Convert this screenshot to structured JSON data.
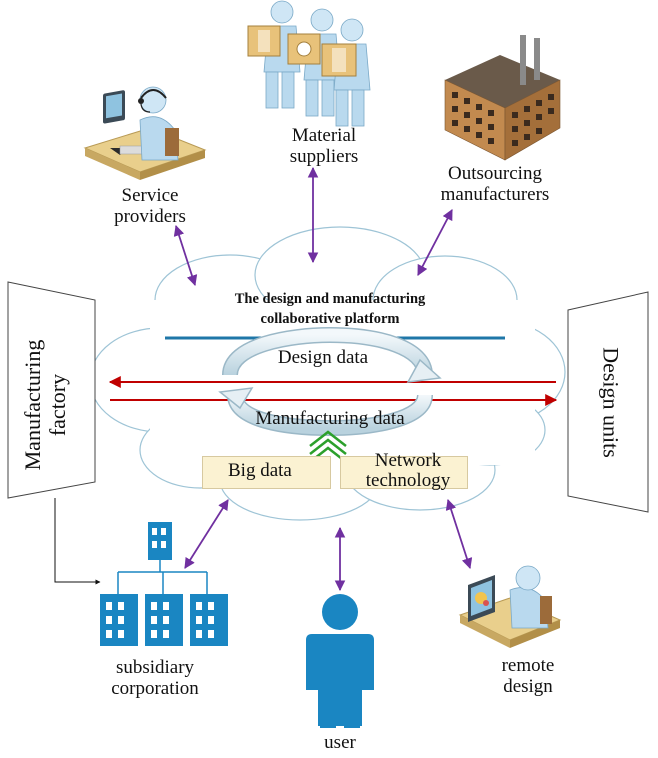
{
  "platform": {
    "title": "The design and manufacturing\ncollaborative platform",
    "design_data": "Design data",
    "manufacturing_data": "Manufacturing data",
    "big_data": "Big data",
    "network_technology": "Network\ntechnology"
  },
  "nodes": {
    "manufacturing_factory": "Manufacturing\nfactory",
    "design_units": "Design units",
    "service_providers": "Service\nproviders",
    "material_suppliers": "Material\nsuppliers",
    "outsourcing_manufacturers": "Outsourcing\nmanufacturers",
    "subsidiary_corporation": "subsidiary\ncorporation",
    "user": "user",
    "remote_design": "remote\ndesign"
  },
  "colors": {
    "connector_arrow": "#7030a0",
    "flow_line": "#c00000",
    "platform_line": "#1f77a8",
    "cloud_outline": "#9ec4d6",
    "building_blue": "#1a86c2",
    "user_blue": "#1a86c2",
    "chevron_green": "#2ca02c"
  }
}
